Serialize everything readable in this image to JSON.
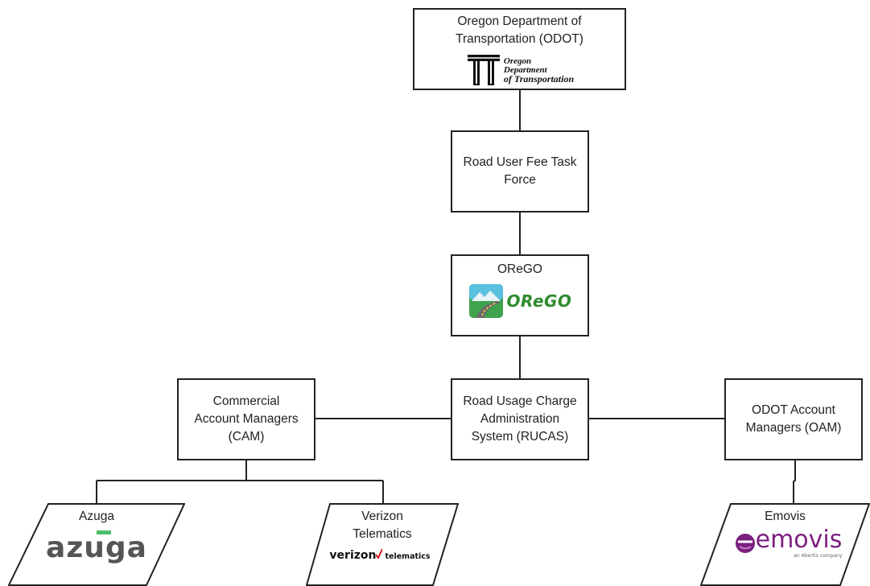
{
  "nodes": {
    "odot": {
      "label": "Oregon Department of\nTransportation (ODOT)",
      "logo": {
        "icon": "odot-emblem-icon",
        "lines": [
          "Oregon",
          "Department",
          "of Transportation"
        ]
      }
    },
    "task_force": {
      "label": "Road User Fee Task\nForce"
    },
    "orego": {
      "label": "OReGO",
      "logo": {
        "icon": "road-landscape-icon",
        "wordmark": "OReGO"
      }
    },
    "rucas": {
      "label": "Road Usage Charge\nAdministration\nSystem (RUCAS)"
    },
    "cam": {
      "label": "Commercial\nAccount Managers\n(CAM)"
    },
    "oam": {
      "label": "ODOT Account\nManagers (OAM)"
    },
    "azuga": {
      "label": "Azuga",
      "logo": {
        "wordmark": "azuga"
      }
    },
    "verizon": {
      "label": "Verizon\nTelematics",
      "logo": {
        "wordmark": "verizon",
        "suffix": "telematics",
        "icon": "check-mark-icon"
      }
    },
    "emovis": {
      "label": "Emovis",
      "logo": {
        "wordmark": "emovis",
        "tagline": "an Abertis company",
        "icon": "emovis-swirl-icon"
      }
    }
  },
  "colors": {
    "line": "#222222",
    "orego_green": "#2e8b2e",
    "azuga_grey": "#555555",
    "azuga_green": "#4cbf6a",
    "verizon_red": "#cd040b",
    "emovis_purple": "#7b1f7f"
  }
}
